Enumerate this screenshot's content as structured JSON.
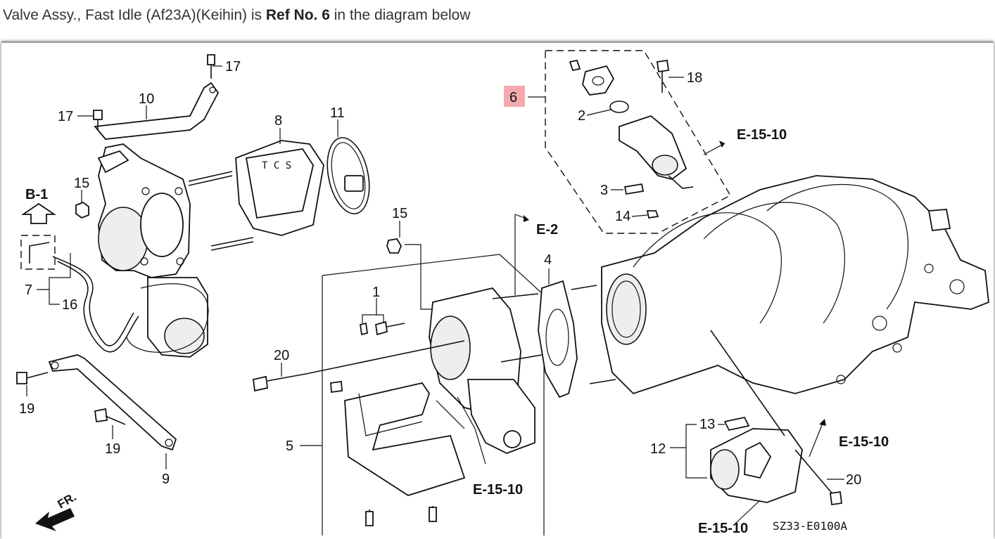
{
  "header": {
    "prefix": "Valve Assy., Fast Idle (Af23A)(Keihin) is",
    "ref_label": "Ref No. 6",
    "suffix": "in the diagram below"
  },
  "diagram": {
    "highlight_ref": "6",
    "part_numbers": {
      "n1": "1",
      "n2": "2",
      "n3": "3",
      "n4": "4",
      "n5": "5",
      "n6": "6",
      "n7": "7",
      "n8": "8",
      "n9": "9",
      "n10": "10",
      "n11": "11",
      "n12": "12",
      "n13": "13",
      "n14": "14",
      "n15a": "15",
      "n15b": "15",
      "n16": "16",
      "n17a": "17",
      "n17b": "17",
      "n18": "18",
      "n19a": "19",
      "n19b": "19",
      "n20a": "20",
      "n20b": "20"
    },
    "references": {
      "e15_top": "E-15-10",
      "e2": "E-2",
      "b1": "B-1",
      "e15_mid": "E-15-10",
      "e15_right": "E-15-10",
      "e15_bottom": "E-15-10"
    },
    "front_marker": "FR.",
    "figure_code": "SZ33-E0100A"
  }
}
